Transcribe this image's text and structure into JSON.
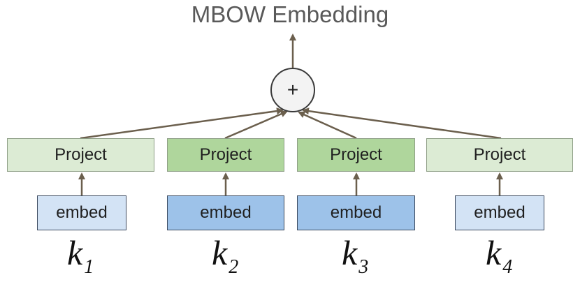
{
  "title": "MBOW Embedding",
  "combine_node": {
    "symbol": "+"
  },
  "columns": [
    {
      "project_label": "Project",
      "embed_label": "embed",
      "key_var": "k",
      "key_sub": "1",
      "highlighted": false
    },
    {
      "project_label": "Project",
      "embed_label": "embed",
      "key_var": "k",
      "key_sub": "2",
      "highlighted": true
    },
    {
      "project_label": "Project",
      "embed_label": "embed",
      "key_var": "k",
      "key_sub": "3",
      "highlighted": true
    },
    {
      "project_label": "Project",
      "embed_label": "embed",
      "key_var": "k",
      "key_sub": "4",
      "highlighted": false
    }
  ],
  "colors": {
    "project_light": "#dcebd4",
    "project_dark": "#afd69c",
    "embed_light": "#d3e3f5",
    "embed_dark": "#9dc2e9",
    "arrow": "#6b5f4d"
  }
}
